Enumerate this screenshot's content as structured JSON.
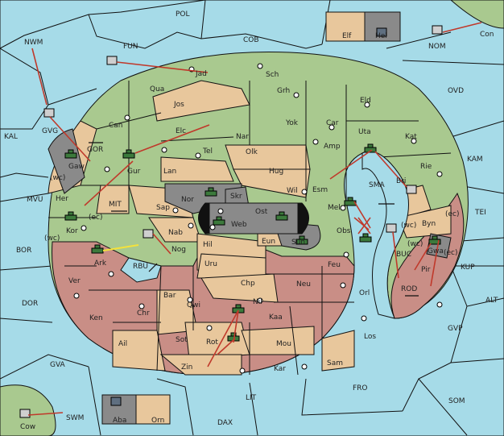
{
  "colors": {
    "sea": "#a6dbe8",
    "green": "#a9c98f",
    "tan": "#e8c79c",
    "rose": "#c98e86",
    "grey": "#8a8a8a",
    "black": "#111111",
    "arrow": "#c0392b",
    "yellow": "#f4e23b",
    "lightgreen": "#b7d7a8"
  },
  "regions": {
    "sea_outer": [
      "POL",
      "COB",
      "FUN",
      "NWM",
      "KAL",
      "GVG",
      "MVU",
      "BOR",
      "DOR",
      "GVA",
      "SWM",
      "Cow",
      "LIT",
      "DAX",
      "FRO",
      "SOM",
      "GVP",
      "ALT",
      "KUP",
      "TEI",
      "KAM",
      "OVD",
      "NOM",
      "Con"
    ],
    "sea_inner": [
      "MIT",
      "RBU",
      "SMA",
      "BUC",
      "ROD",
      "GOR"
    ],
    "land_green": [
      "Qua",
      "Jad",
      "Sch",
      "Can",
      "Jos",
      "Grh",
      "Eld",
      "Yok",
      "Car",
      "Elc",
      "Nar",
      "Uta",
      "Kat",
      "Tel",
      "Amp",
      "Olk",
      "Gur",
      "Gaw",
      "Her",
      "Lan",
      "Hug",
      "Rie",
      "Esm",
      "Wil",
      "Kor",
      "Sap",
      "Mel"
    ],
    "land_tan": [
      "Bri",
      "Byn",
      "Nab",
      "Hil",
      "Uru",
      "Chp",
      "Eun",
      "Bar",
      "Qwi",
      "Elf",
      "Orn",
      "Ail",
      "Sot",
      "Zin",
      "Kar",
      "Sam",
      "Mou"
    ],
    "land_rose": [
      "Ark",
      "Nog",
      "Ver",
      "Ken",
      "Chr",
      "Feu",
      "Neu",
      "Obs",
      "Orl",
      "Los",
      "Rot",
      "Nil",
      "Kaa",
      "Pir"
    ],
    "land_grey": [
      "Nor",
      "Skr",
      "Ost",
      "Web",
      "Sun",
      "Gwa",
      "Hel",
      "Aba"
    ]
  },
  "annotations": {
    "wc_labels": [
      "(wc)",
      "(wc)",
      "(ec)",
      "(wc)",
      "(ec)",
      "(wc)",
      "(ec)"
    ],
    "double_arrows": [
      "GOR",
      "MIT",
      "RBU",
      "SMA",
      "ROD"
    ]
  },
  "units": {
    "armies": [
      "Gaw",
      "Gur",
      "Kor",
      "Ark",
      "Nor",
      "Ost",
      "Web",
      "Mel",
      "Obs",
      "Sun",
      "Uta",
      "Nil",
      "Rot",
      "Gwa"
    ],
    "fleets": [
      "Hel",
      "GVG",
      "FUN",
      "Bri",
      "Nog",
      "BUC",
      "NOM",
      "Cow",
      "Aba"
    ]
  }
}
